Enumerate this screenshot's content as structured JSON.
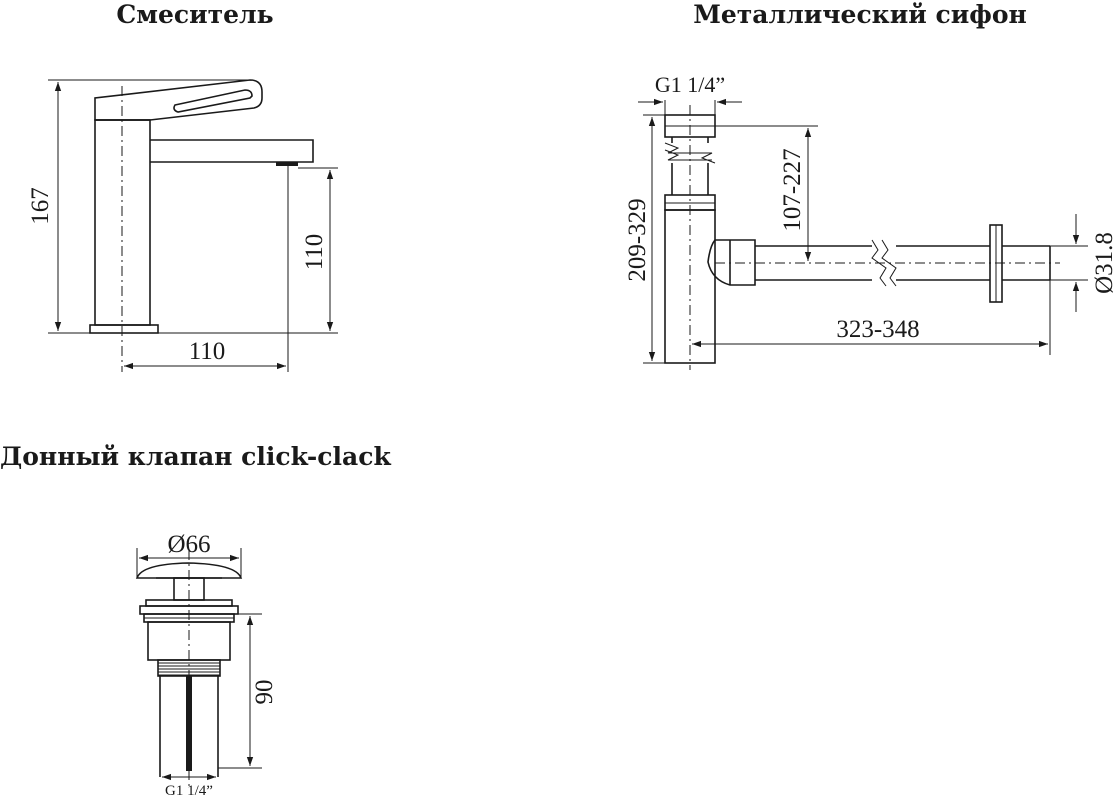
{
  "mixer": {
    "title": "Смеситель",
    "dim_total_height": "167",
    "dim_spout_height": "110",
    "dim_spout_reach": "110"
  },
  "siphon": {
    "title": "Металлический сифон",
    "dim_thread": "G1 1/4”",
    "dim_height_range": "209-329",
    "dim_outlet_height": "107-227",
    "dim_length_range": "323-348",
    "dim_outlet_diameter": "Ø31.8"
  },
  "drain": {
    "title": "Донный клапан click-clack",
    "dim_diameter": "Ø66",
    "dim_height": "90",
    "dim_thread": "G1 1/4”"
  }
}
